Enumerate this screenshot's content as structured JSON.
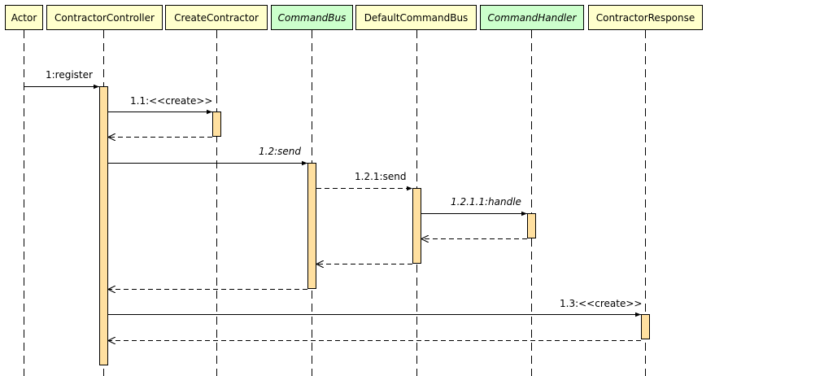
{
  "diagram": {
    "participants": [
      {
        "id": "actor",
        "name": "Actor",
        "italic": false,
        "fill": "#ffffcc"
      },
      {
        "id": "contractor-controller",
        "name": "ContractorController",
        "italic": false,
        "fill": "#ffffcc"
      },
      {
        "id": "create-contractor",
        "name": "CreateContractor",
        "italic": false,
        "fill": "#ffffcc"
      },
      {
        "id": "command-bus",
        "name": "CommandBus",
        "italic": true,
        "fill": "#ccffcc"
      },
      {
        "id": "default-command-bus",
        "name": "DefaultCommandBus",
        "italic": false,
        "fill": "#ffffcc"
      },
      {
        "id": "command-handler",
        "name": "CommandHandler",
        "italic": true,
        "fill": "#ccffcc"
      },
      {
        "id": "contractor-response",
        "name": "ContractorResponse",
        "italic": false,
        "fill": "#ffffcc"
      }
    ],
    "messages": [
      {
        "id": "register",
        "label": "1:register",
        "from": 0,
        "to": 1,
        "kind": "sync",
        "italic": false
      },
      {
        "id": "create-contractor",
        "label": "1.1:<<create>>",
        "from": 1,
        "to": 2,
        "kind": "sync",
        "italic": false
      },
      {
        "id": "return-create-contractor",
        "label": "",
        "from": 2,
        "to": 1,
        "kind": "return",
        "italic": false
      },
      {
        "id": "send",
        "label": "1.2:send",
        "from": 1,
        "to": 3,
        "kind": "sync",
        "italic": true
      },
      {
        "id": "send-delegate",
        "label": "1.2.1:send",
        "from": 3,
        "to": 4,
        "kind": "async",
        "italic": false
      },
      {
        "id": "handle",
        "label": "1.2.1.1:handle",
        "from": 4,
        "to": 5,
        "kind": "sync",
        "italic": true
      },
      {
        "id": "return-handle",
        "label": "",
        "from": 5,
        "to": 4,
        "kind": "return",
        "italic": false
      },
      {
        "id": "return-send-delegate",
        "label": "",
        "from": 4,
        "to": 3,
        "kind": "return",
        "italic": false
      },
      {
        "id": "return-send",
        "label": "",
        "from": 3,
        "to": 1,
        "kind": "return",
        "italic": false
      },
      {
        "id": "create-response",
        "label": "1.3:<<create>>",
        "from": 1,
        "to": 6,
        "kind": "sync",
        "italic": false
      },
      {
        "id": "return-create-response",
        "label": "",
        "from": 6,
        "to": 1,
        "kind": "return",
        "italic": false
      }
    ],
    "colors": {
      "class_fill": "#ffffcc",
      "interface_fill": "#ccffcc",
      "activation_fill": "#ffe0a0",
      "line": "#000000"
    }
  }
}
